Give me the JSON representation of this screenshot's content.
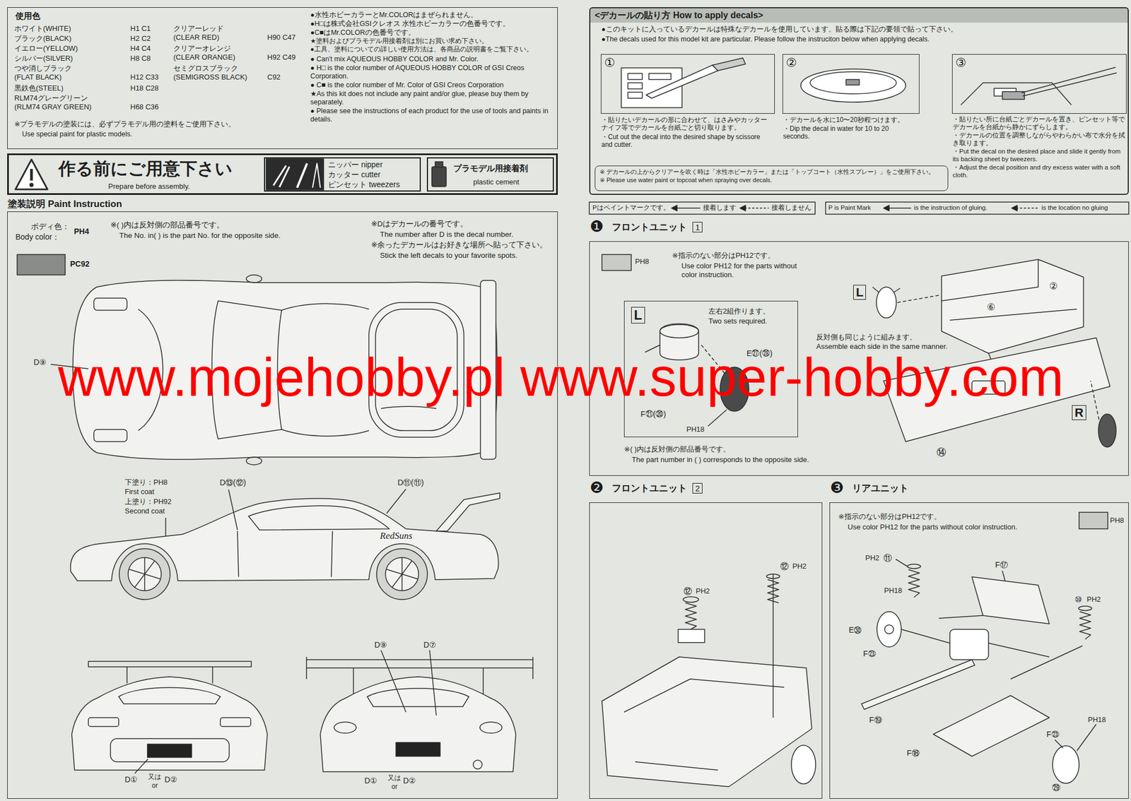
{
  "diagram": {
    "nodes": [
      {
        "text": [
          "使用色",
          "ホワイト(WHITE)",
          "H1 C1",
          "ブラック(BLACK)",
          "H2 C2",
          "イエロー(YELLOW)",
          "H4 C4",
          "シルバー(SILVER)",
          "H8 C8",
          "つや消しブラック (FLAT BLACK)",
          "H12 C33",
          "黒鉄色(STEEL)",
          "H18 C28",
          "RLM74グレーグリーン (RLM74 GRAY GREEN)",
          "H68 C36",
          "クリアーレッド (CLEAR RED)",
          "H90 C47",
          "クリアーオレンジ (CLEAR ORANGE)",
          "H92 C49",
          "セミグロスブラック (SEMIGROSS BLACK)",
          "C92",
          "※プラモデルの塗装には、必ずプラモデル用の塗料をご使用下さい。",
          "Use special paint for plastic models.",
          "●水性ホビーカラーとMr.COLORはまぜられません。",
          "●H□は株式会社GSIクレオス 水性ホビーカラーの色番号です。",
          "●C■はMr.COLORの色番号です。",
          "★塗料およびプラモデル用接着剤は別にお買い求め下さい。",
          "●工具、塗料についての詳しい使用方法は、各商品の説明書をご覧下さい。",
          "● Can't mix AQUEOUS HOBBY COLOR and Mr. Color.",
          "● H□ is the color number of AQUEOUS HOBBY COLOR of GSI Creos Corporation.",
          "● C■ is the color number of Mr. Color of GSI Creos Corporation",
          "★As this kit does not include any paint and/or glue, please buy them by separately.",
          "● Please see the instructions of each product for the use of tools and paints in details."
        ]
      },
      {
        "text": [
          "作る前にご用意下さい",
          "Prepare before assembly."
        ]
      },
      {
        "text": [
          "ニッパー nipper",
          "カッター cutter",
          "ピンセット tweezers"
        ],
        "in": 1
      },
      {
        "text": [
          "プラモデル用接着剤",
          "plastic cement"
        ],
        "in": 1
      },
      {
        "text": [
          "塗装説明 Paint Instruction",
          "ボディ色：",
          "Body color：",
          "PH4",
          "※( )内は反対側の部品番号です。",
          "The No. in( ) is the part No. for the opposite side.",
          "※Dはデカールの番号です。",
          "The number after D is the decal number.",
          "※余ったデカールはお好きな場所へ貼って下さい。",
          "Stick the left decals to your favorite spots."
        ]
      },
      {
        "text": [
          "<デカールの貼り方 How to apply decals>",
          "●このキットに入っているデカールは特殊なデカールを使用しています。貼る際は下記の要領で貼って下さい。",
          "●The decals used for this model kit are particular. Please follow the instruciton below when applying decals."
        ]
      },
      {
        "text": [
          "①",
          "・貼りたいデカールの形に合わせて、はさみやカッターナイフ等でデカールを台紙ごと切り取ります。",
          "・Cut out the decal into the desired shape by scissore and cutter."
        ],
        "in": 5
      },
      {
        "text": [
          "②",
          "・デカールを水に10〜20秒程つけます。",
          "・Dip the decal in water for 10 to 20 seconds."
        ],
        "in": 5
      },
      {
        "text": [
          "③",
          "・貼りたい所に台紙ごとデカールを置き、ピンセット等でデカールを台紙から静かにずらします。",
          "・デカールの位置を調整しながらやわらかい布で水分を拭き取ります。",
          "・Put the decal on the desired place and slide it gently from its backing sheet by tweezers.",
          "・Adjust the decal position and dry excess water with a soft cloth."
        ],
        "in": 5
      },
      {
        "text": [
          "※ デカールの上からクリアーを吹く時は「水性ホビーカラー」または「トップコート（水性スプレー）」をご使用下さい。",
          "※ Please use water paint or topcoat when spraying over decals."
        ],
        "in": 5
      },
      {
        "text": [
          "❶",
          "フロントユニット",
          "1"
        ]
      },
      {
        "text": [
          "L",
          "左右2組作ります。",
          "Two sets required."
        ],
        "in": 10
      },
      {
        "text": [
          "❷",
          "フロントユニット",
          "2"
        ]
      },
      {
        "text": [
          "❸",
          "リアユニット"
        ]
      }
    ],
    "labels": [
      "PC92",
      "D⑨",
      "下塗り：PH8",
      "First coat",
      "上塗り：PH92",
      "Second coat",
      "D⑬(⑫)",
      "D⑪(⑪)",
      "RedSuns",
      "D⑨",
      "D⑦",
      "D①",
      "又は",
      "or",
      "D②",
      "D①",
      "又は",
      "or",
      "D②",
      "Pはペイントマークです。",
      "P is Paint Mark",
      "PH8",
      "※指示のない部分はPH12です。",
      "Use color PH12 for the parts without color instruction.",
      "E㉗(㉘)",
      "F㉑(⑳)",
      "PH18",
      "※( )内は反対側の部品番号です。",
      "The part number in ( ) corresponds to the opposite side.",
      "L",
      "②",
      "⑥",
      "反対側も同じように組みます。",
      "Assemble each side in the same manner.",
      "⑭",
      "R",
      "⑫",
      "PH2",
      "⑫",
      "PH2",
      "※指示のない部分はPH12です。",
      "Use color PH12 for the parts without color instruction.",
      "PH8",
      "PH2",
      "⑪",
      "F⑰",
      "PH18",
      "⑩",
      "PH2",
      "E㉚",
      "F㉓",
      "F⑲",
      "F⑱",
      "PH18",
      "F㉓",
      "㉙",
      "www.mojehobby.pl www.super-hobby.com"
    ],
    "legend": [
      {
        "text": "接着します"
      },
      {
        "text": "接着しません"
      },
      {
        "text": "is the instruction of gluing."
      },
      {
        "text": "is the location no gluing"
      }
    ]
  }
}
